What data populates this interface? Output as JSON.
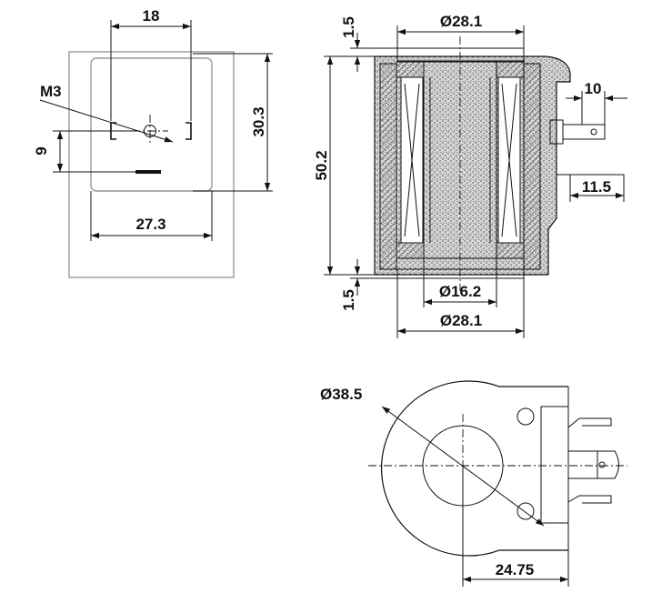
{
  "front_view": {
    "width_top": "18",
    "thread": "M3",
    "height_right": "30.3",
    "offset_left": "9",
    "width_bottom": "27.3"
  },
  "side_view": {
    "top_dia": "Ø28.1",
    "top_flange": "1.5",
    "height": "50.2",
    "terminal_width": "10",
    "terminal_depth": "11.5",
    "bottom_flange": "1.5",
    "bore_dia": "Ø16.2",
    "bottom_dia": "Ø28.1"
  },
  "top_view": {
    "outer_dia": "Ø38.5",
    "offset": "24.75"
  }
}
